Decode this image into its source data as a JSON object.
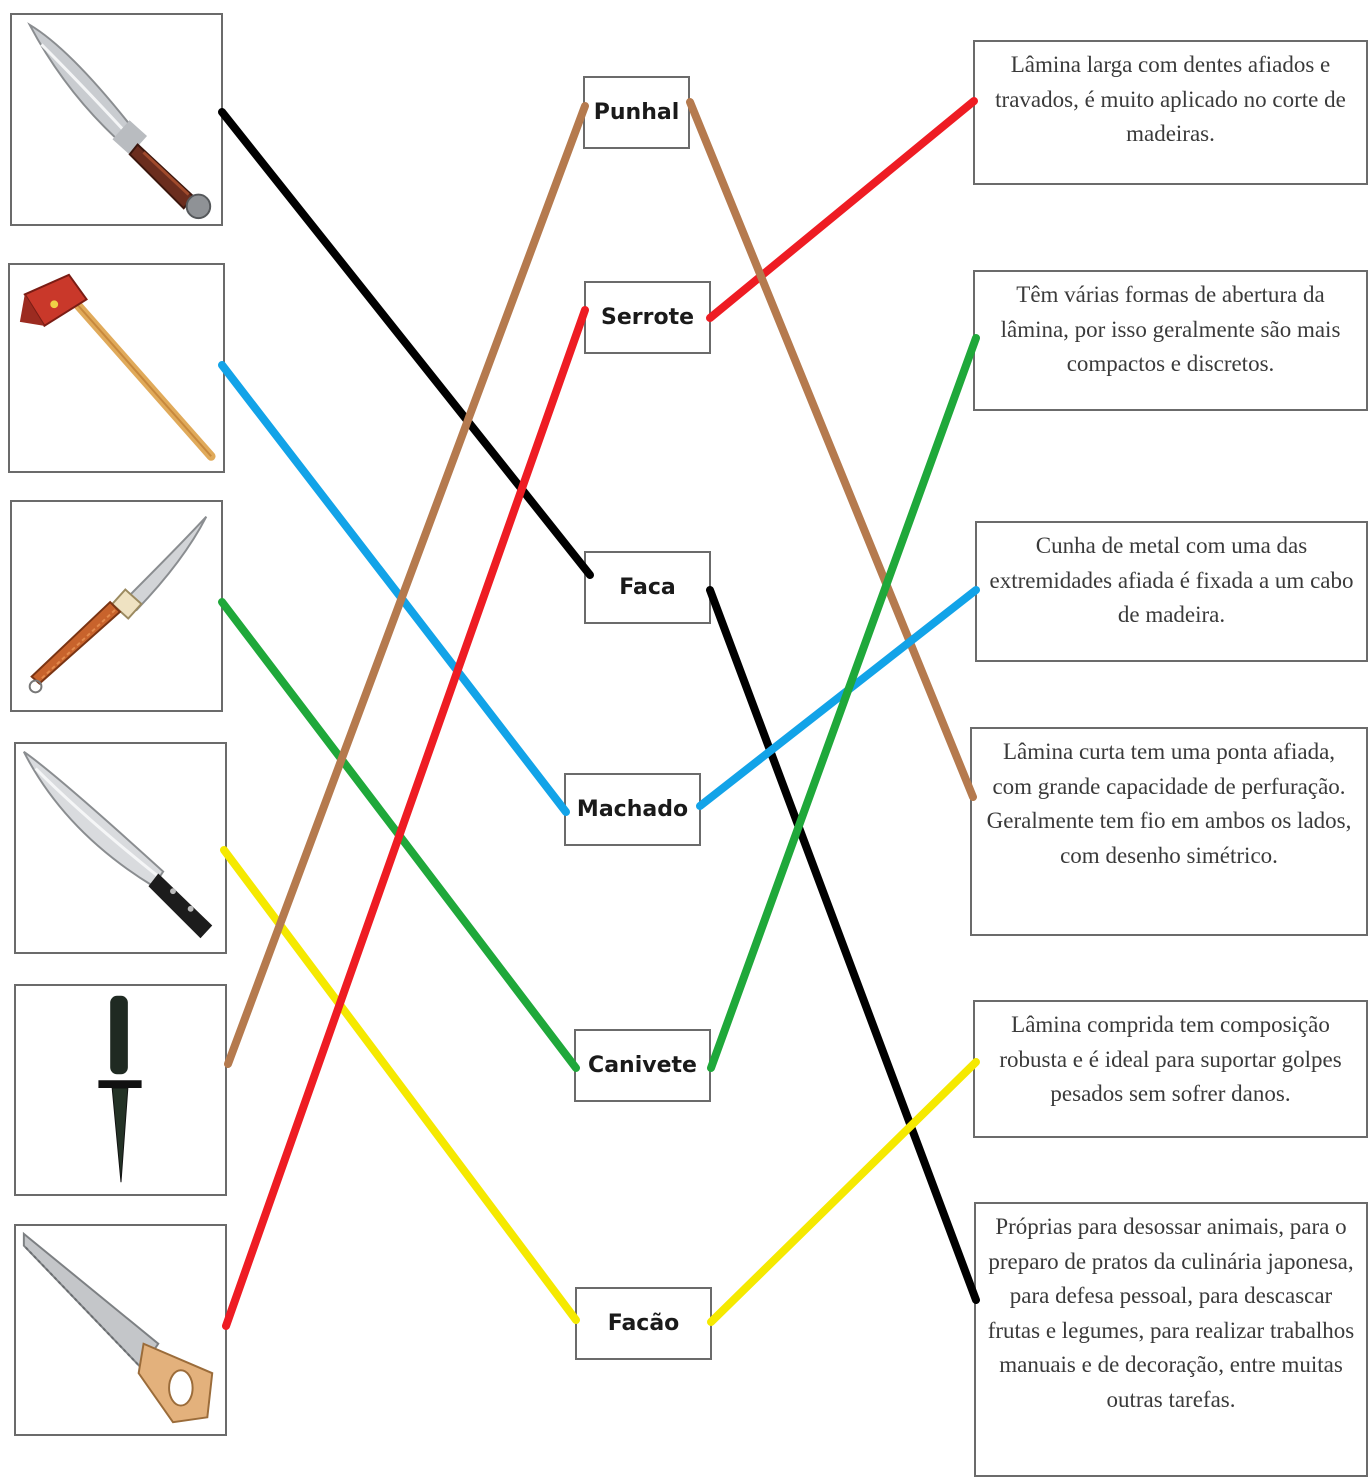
{
  "names": {
    "punhal": "Punhal",
    "serrote": "Serrote",
    "faca": "Faca",
    "machado": "Machado",
    "canivete": "Canivete",
    "facao": "Facão"
  },
  "descriptions": {
    "serrote": "Lâmina larga com dentes afiados e travados, é muito aplicado no corte de madeiras.",
    "canivete": "Têm várias formas de abertura da lâmina, por isso geralmente são mais compactos e discretos.",
    "machado": "Cunha de metal com uma das extremidades afiada é fixada a um cabo de madeira.",
    "punhal": "Lâmina curta tem uma ponta afiada, com grande capacidade de perfuração. Geralmente tem fio em ambos os lados, com desenho simétrico.",
    "facao": "Lâmina comprida tem composição robusta e é ideal para suportar golpes pesados sem sofrer danos.",
    "faca": "Próprias para desossar animais, para o preparo de pratos da culinária japonesa, para defesa pessoal, para descascar frutas e legumes, para realizar trabalhos manuais e de decoração, entre muitas outras tarefas."
  },
  "pictures": [
    "hunting-knife",
    "axe",
    "pocket-knife",
    "machete",
    "dagger",
    "handsaw"
  ],
  "line_colors": {
    "black": "#000000",
    "blue": "#12a3e8",
    "green": "#1fa83a",
    "yellow": "#f5e900",
    "brown": "#b57a4e",
    "red": "#ee1c23"
  }
}
